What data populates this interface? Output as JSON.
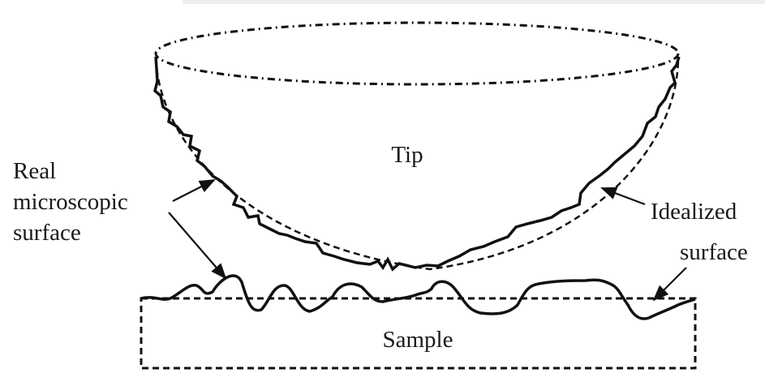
{
  "labels": {
    "tip": "Tip",
    "sample": "Sample",
    "real_surface": [
      "Real",
      "microscopic",
      "surface"
    ],
    "idealized_surface": [
      "Idealized",
      "surface"
    ]
  },
  "colors": {
    "ink": "#111111",
    "background": "#ffffff"
  }
}
